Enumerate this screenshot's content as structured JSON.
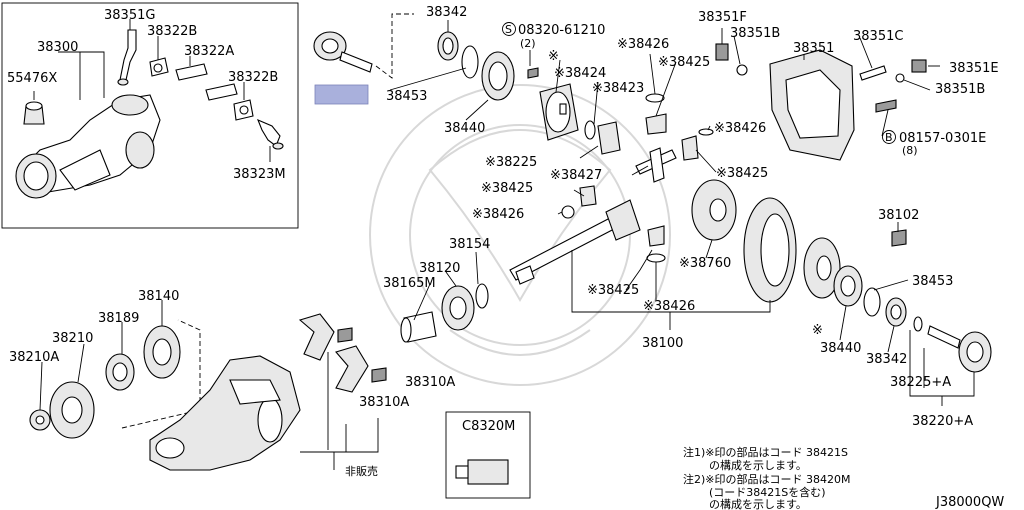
{
  "parts": {
    "p38351G": "38351G",
    "p38322B_a": "38322B",
    "p38300": "38300",
    "p38322A": "38322A",
    "p55476X": "55476X",
    "p38322B_b": "38322B",
    "p38323M": "38323M",
    "p38342_top": "38342",
    "s08320": "08320-61210",
    "s08320_qty": "(2)",
    "star_mark": "※",
    "p38453_top": "38453",
    "p38440_top": "38440",
    "p38424": "※38424",
    "p38426_a": "※38426",
    "p38425_a": "※38425",
    "p38423": "※38423",
    "p38225": "※38225",
    "p38351F": "38351F",
    "p38351B_a": "38351B",
    "p38351": "38351",
    "p38351C": "38351C",
    "p38351E": "38351E",
    "p38351B_b": "38351B",
    "b08157": "08157-0301E",
    "b08157_qty": "(8)",
    "p38426_b": "※38426",
    "p38427": "※38427",
    "p38425_b": "※38425",
    "p38425_c": "※38425",
    "p38426_c": "※38426",
    "p38154": "38154",
    "p38120": "38120",
    "p38165M": "38165M",
    "p38760": "※38760",
    "p38425_d": "※38425",
    "p38426_d": "※38426",
    "p38100": "38100",
    "p38102": "38102",
    "p38453_r": "38453",
    "star_mark_r": "※",
    "p38440_r": "38440",
    "p38342_r": "38342",
    "p38225A": "38225+A",
    "p38220A": "38220+A",
    "p38140": "38140",
    "p38189": "38189",
    "p38210": "38210",
    "p38210A": "38210A",
    "p38310A_a": "38310A",
    "p38310A_b": "38310A",
    "hanbai": "非販売",
    "pC8320M": "C8320M"
  },
  "notes": {
    "n1a": "注1)※印の部品はコード 38421S",
    "n1b": "の構成を示します。",
    "n2a": "注2)※印の部品はコード 38420M",
    "n2b": "(コード38421Sを含む)",
    "n2c": "の構成を示します。"
  },
  "diagram_code": "J38000QW",
  "colors": {
    "highlight": "#a9b0dc"
  }
}
